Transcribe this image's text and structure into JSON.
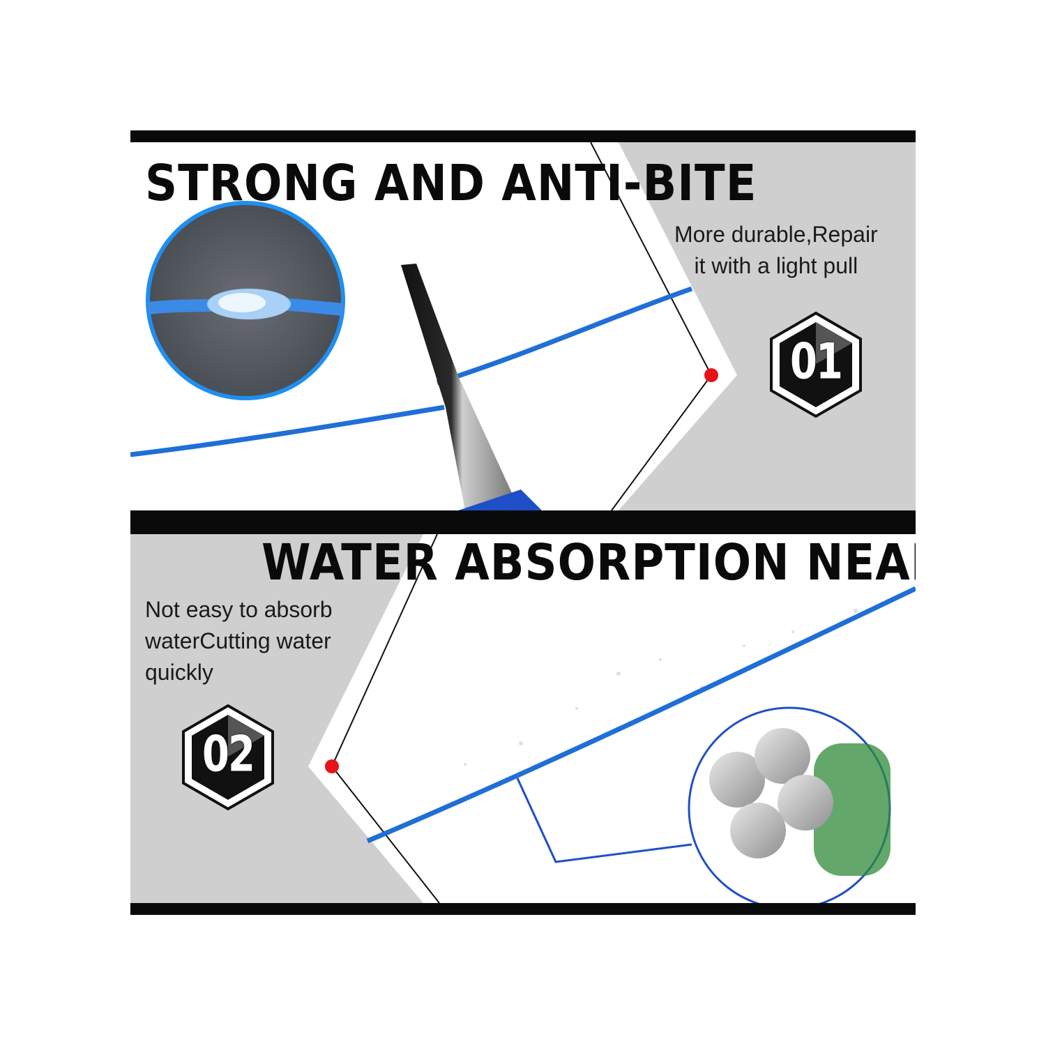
{
  "section1": {
    "title": "STRONG AND ANTI-BITE",
    "description": "More durable,Repair\nit with a light pull",
    "badge": "01"
  },
  "section2": {
    "title": "WATER ABSORPTION NEARLY ZERO",
    "description": "Not easy to absorb\nwaterCutting water\nquickly",
    "badge": "02"
  },
  "colors": {
    "bar": "#0a0a0a",
    "panel_gray": "#cfcfcf",
    "line_blue": "#1f6fd6",
    "marker_red": "#e8121a",
    "tube_green": "#2f8a3a"
  }
}
